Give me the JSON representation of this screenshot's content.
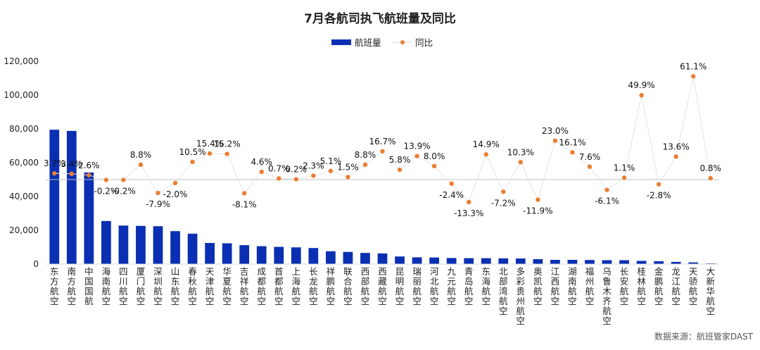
{
  "chart_data": {
    "type": "bar",
    "title": "7月各航司执飞航班量及同比",
    "categories": [
      "东方航空",
      "南方航空",
      "中国国航",
      "海南航空",
      "四川航空",
      "厦门航空",
      "深圳航空",
      "山东航空",
      "春秋航空",
      "天津航空",
      "华夏航空",
      "吉祥航空",
      "成都航空",
      "首都航空",
      "上海航空",
      "长龙航空",
      "祥鹏航空",
      "联合航空",
      "西部航空",
      "西藏航空",
      "昆明航空",
      "瑞丽航空",
      "河北航空",
      "九元航空",
      "青岛航空",
      "东海航空",
      "北部湾航空",
      "多彩贵州航空",
      "奥凯航空",
      "江西航空",
      "湖南航空",
      "福州航空",
      "乌鲁木齐航空",
      "长安航空",
      "桂林航空",
      "金鹏航空",
      "龙江航空",
      "天骄航空",
      "大新华航空"
    ],
    "series": [
      {
        "name": "航班量",
        "type": "bar",
        "color": "#0a2fb3",
        "values": [
          79500,
          78800,
          54200,
          25500,
          22800,
          22600,
          22400,
          19500,
          18000,
          12500,
          12300,
          11200,
          10600,
          10200,
          9900,
          9500,
          7600,
          7200,
          6600,
          6300,
          4500,
          4000,
          3900,
          3600,
          3500,
          3500,
          3400,
          3300,
          2900,
          2500,
          2500,
          2400,
          2300,
          2300,
          1900,
          1700,
          1300,
          1000,
          400
        ]
      },
      {
        "name": "同比",
        "type": "line",
        "color": "#ed7d31",
        "values": [
          3.7,
          3.4,
          2.6,
          -0.2,
          -0.2,
          8.8,
          -7.9,
          -2.0,
          10.5,
          15.4,
          15.2,
          -8.1,
          4.6,
          0.7,
          0.2,
          2.3,
          5.1,
          1.5,
          8.8,
          16.7,
          5.8,
          13.9,
          8.0,
          -2.4,
          -13.3,
          14.9,
          -7.2,
          10.3,
          -11.9,
          23.0,
          16.1,
          7.6,
          -6.1,
          1.1,
          49.9,
          -2.8,
          13.6,
          61.1,
          0.8
        ],
        "labels": [
          "3.7%",
          "3.4%",
          "2.6%",
          "-0.2%",
          "-0.2%",
          "8.8%",
          "-7.9%",
          "-2.0%",
          "10.5%",
          "15.4%",
          "15.2%",
          "-8.1%",
          "4.6%",
          "0.7%",
          "0.2%",
          "2.3%",
          "5.1%",
          "1.5%",
          "8.8%",
          "16.7%",
          "5.8%",
          "13.9%",
          "8.0%",
          "-2.4%",
          "-13.3%",
          "14.9%",
          "-7.2%",
          "10.3%",
          "-11.9%",
          "23.0%",
          "16.1%",
          "7.6%",
          "-6.1%",
          "1.1%",
          "49.9%",
          "-2.8%",
          "13.6%",
          "61.1%",
          "0.8%"
        ]
      }
    ],
    "ylim": [
      0,
      120000
    ],
    "yticks": [
      0,
      20000,
      40000,
      60000,
      80000,
      100000,
      120000
    ],
    "ytick_labels": [
      "0",
      "20,000",
      "40,000",
      "60,000",
      "80,000",
      "100,000",
      "120,000"
    ],
    "legend": "top-center",
    "grid": false,
    "source": "数据来源：航班管家DAST"
  }
}
